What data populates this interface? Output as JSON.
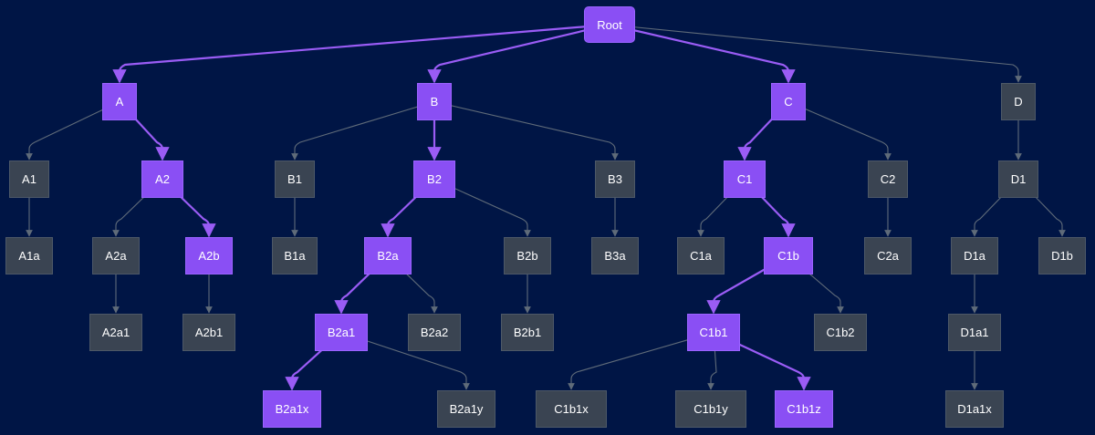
{
  "colors": {
    "background": "#001545",
    "node_fill": "#3a4452",
    "node_highlight": "#8a4ff4",
    "edge": "#5f6b79",
    "edge_highlight": "#9a5cf5"
  },
  "nodes": [
    {
      "id": "root",
      "label": "Root",
      "highlight": true
    },
    {
      "id": "a",
      "label": "A",
      "highlight": true
    },
    {
      "id": "b",
      "label": "B",
      "highlight": true
    },
    {
      "id": "c",
      "label": "C",
      "highlight": true
    },
    {
      "id": "d",
      "label": "D",
      "highlight": false
    },
    {
      "id": "a1",
      "label": "A1",
      "highlight": false
    },
    {
      "id": "a2",
      "label": "A2",
      "highlight": true
    },
    {
      "id": "b1",
      "label": "B1",
      "highlight": false
    },
    {
      "id": "b2",
      "label": "B2",
      "highlight": true
    },
    {
      "id": "b3",
      "label": "B3",
      "highlight": false
    },
    {
      "id": "c1",
      "label": "C1",
      "highlight": true
    },
    {
      "id": "c2",
      "label": "C2",
      "highlight": false
    },
    {
      "id": "d1",
      "label": "D1",
      "highlight": false
    },
    {
      "id": "a1a",
      "label": "A1a",
      "highlight": false
    },
    {
      "id": "a2a",
      "label": "A2a",
      "highlight": false
    },
    {
      "id": "a2b",
      "label": "A2b",
      "highlight": true
    },
    {
      "id": "b1a",
      "label": "B1a",
      "highlight": false
    },
    {
      "id": "b2a",
      "label": "B2a",
      "highlight": true
    },
    {
      "id": "b2b",
      "label": "B2b",
      "highlight": false
    },
    {
      "id": "b3a",
      "label": "B3a",
      "highlight": false
    },
    {
      "id": "c1a",
      "label": "C1a",
      "highlight": false
    },
    {
      "id": "c1b",
      "label": "C1b",
      "highlight": true
    },
    {
      "id": "c2a",
      "label": "C2a",
      "highlight": false
    },
    {
      "id": "d1a",
      "label": "D1a",
      "highlight": false
    },
    {
      "id": "d1b",
      "label": "D1b",
      "highlight": false
    },
    {
      "id": "a2a1",
      "label": "A2a1",
      "highlight": false
    },
    {
      "id": "a2b1",
      "label": "A2b1",
      "highlight": false
    },
    {
      "id": "b2a1",
      "label": "B2a1",
      "highlight": true
    },
    {
      "id": "b2a2",
      "label": "B2a2",
      "highlight": false
    },
    {
      "id": "b2b1",
      "label": "B2b1",
      "highlight": false
    },
    {
      "id": "c1b1",
      "label": "C1b1",
      "highlight": true
    },
    {
      "id": "c1b2",
      "label": "C1b2",
      "highlight": false
    },
    {
      "id": "d1a1",
      "label": "D1a1",
      "highlight": false
    },
    {
      "id": "b2a1x",
      "label": "B2a1x",
      "highlight": true
    },
    {
      "id": "b2a1y",
      "label": "B2a1y",
      "highlight": false
    },
    {
      "id": "c1b1x",
      "label": "C1b1x",
      "highlight": false
    },
    {
      "id": "c1b1y",
      "label": "C1b1y",
      "highlight": false
    },
    {
      "id": "c1b1z",
      "label": "C1b1z",
      "highlight": true
    },
    {
      "id": "d1a1x",
      "label": "D1a1x",
      "highlight": false
    }
  ],
  "edges": [
    {
      "from": "root",
      "to": "a",
      "highlight": true
    },
    {
      "from": "root",
      "to": "b",
      "highlight": true
    },
    {
      "from": "root",
      "to": "c",
      "highlight": true
    },
    {
      "from": "root",
      "to": "d",
      "highlight": false
    },
    {
      "from": "a",
      "to": "a1",
      "highlight": false
    },
    {
      "from": "a",
      "to": "a2",
      "highlight": true
    },
    {
      "from": "b",
      "to": "b1",
      "highlight": false
    },
    {
      "from": "b",
      "to": "b2",
      "highlight": true
    },
    {
      "from": "b",
      "to": "b3",
      "highlight": false
    },
    {
      "from": "c",
      "to": "c1",
      "highlight": true
    },
    {
      "from": "c",
      "to": "c2",
      "highlight": false
    },
    {
      "from": "d",
      "to": "d1",
      "highlight": false
    },
    {
      "from": "a1",
      "to": "a1a",
      "highlight": false
    },
    {
      "from": "a2",
      "to": "a2a",
      "highlight": false
    },
    {
      "from": "a2",
      "to": "a2b",
      "highlight": true
    },
    {
      "from": "b1",
      "to": "b1a",
      "highlight": false
    },
    {
      "from": "b2",
      "to": "b2a",
      "highlight": true
    },
    {
      "from": "b2",
      "to": "b2b",
      "highlight": false
    },
    {
      "from": "b3",
      "to": "b3a",
      "highlight": false
    },
    {
      "from": "c1",
      "to": "c1a",
      "highlight": false
    },
    {
      "from": "c1",
      "to": "c1b",
      "highlight": true
    },
    {
      "from": "c2",
      "to": "c2a",
      "highlight": false
    },
    {
      "from": "d1",
      "to": "d1a",
      "highlight": false
    },
    {
      "from": "d1",
      "to": "d1b",
      "highlight": false
    },
    {
      "from": "a2a",
      "to": "a2a1",
      "highlight": false
    },
    {
      "from": "a2b",
      "to": "a2b1",
      "highlight": false
    },
    {
      "from": "b2a",
      "to": "b2a1",
      "highlight": true
    },
    {
      "from": "b2a",
      "to": "b2a2",
      "highlight": false
    },
    {
      "from": "b2b",
      "to": "b2b1",
      "highlight": false
    },
    {
      "from": "c1b",
      "to": "c1b1",
      "highlight": true
    },
    {
      "from": "c1b",
      "to": "c1b2",
      "highlight": false
    },
    {
      "from": "d1a",
      "to": "d1a1",
      "highlight": false
    },
    {
      "from": "b2a1",
      "to": "b2a1x",
      "highlight": true
    },
    {
      "from": "b2a1",
      "to": "b2a1y",
      "highlight": false
    },
    {
      "from": "c1b1",
      "to": "c1b1x",
      "highlight": false
    },
    {
      "from": "c1b1",
      "to": "c1b1y",
      "highlight": false
    },
    {
      "from": "c1b1",
      "to": "c1b1z",
      "highlight": true
    },
    {
      "from": "d1a1",
      "to": "d1a1x",
      "highlight": false
    }
  ]
}
